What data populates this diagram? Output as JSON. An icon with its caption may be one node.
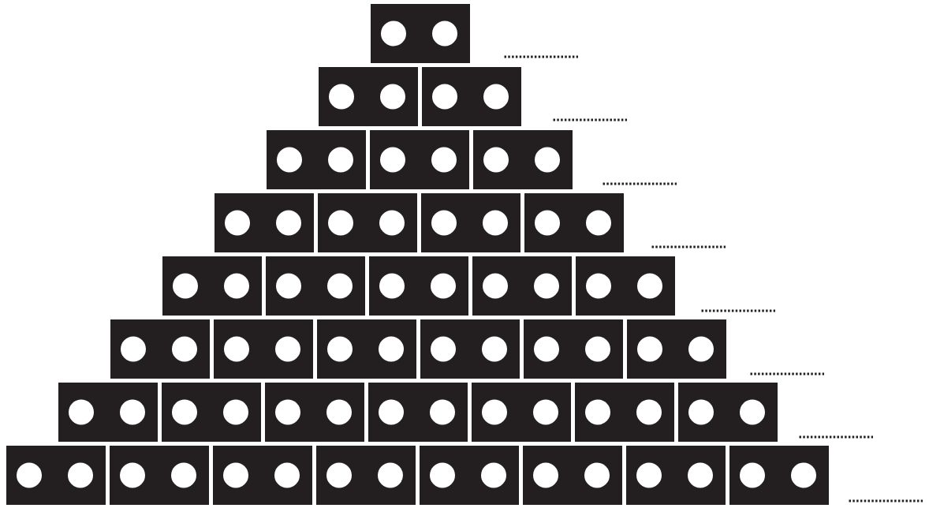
{
  "diagram": {
    "nodes": [
      {
        "text": [],
        "shape": "box"
      },
      {
        "text": [],
        "shape": "box"
      },
      {
        "text": [],
        "shape": "box"
      },
      {
        "text": [],
        "shape": "box"
      },
      {
        "text": [],
        "shape": "box"
      },
      {
        "text": [],
        "shape": "box"
      },
      {
        "text": [],
        "shape": "box"
      },
      {
        "text": [],
        "shape": "box"
      },
      {
        "text": [],
        "shape": "box"
      },
      {
        "text": [],
        "shape": "box"
      },
      {
        "text": [],
        "shape": "box"
      },
      {
        "text": [],
        "shape": "box"
      },
      {
        "text": [],
        "shape": "box"
      },
      {
        "text": [],
        "shape": "box"
      },
      {
        "text": [],
        "shape": "box"
      },
      {
        "text": [],
        "shape": "box"
      },
      {
        "text": [],
        "shape": "box"
      },
      {
        "text": [],
        "shape": "box"
      },
      {
        "text": [],
        "shape": "box"
      },
      {
        "text": [],
        "shape": "box"
      },
      {
        "text": [],
        "shape": "box"
      },
      {
        "text": [],
        "shape": "box"
      },
      {
        "text": [],
        "shape": "box"
      },
      {
        "text": [],
        "shape": "box"
      },
      {
        "text": [],
        "shape": "box"
      },
      {
        "text": [],
        "shape": "box"
      },
      {
        "text": [],
        "shape": "box"
      },
      {
        "text": [],
        "shape": "box"
      },
      {
        "text": [],
        "shape": "box"
      },
      {
        "text": [],
        "shape": "box"
      },
      {
        "text": [],
        "shape": "box"
      },
      {
        "text": [],
        "shape": "box"
      },
      {
        "text": [],
        "shape": "box"
      },
      {
        "text": [],
        "shape": "box"
      },
      {
        "text": [],
        "shape": "box"
      },
      {
        "text": [],
        "shape": "box"
      }
    ]
  }
}
